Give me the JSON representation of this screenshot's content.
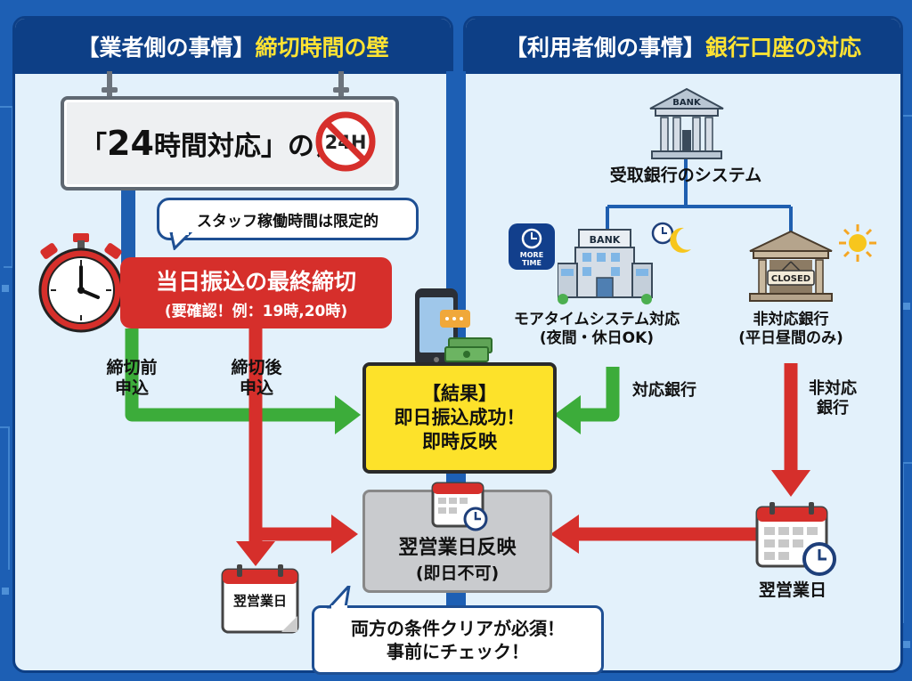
{
  "left_panel": {
    "header_bracket": "【業者側の事情】",
    "header_highlight": "締切時間の壁",
    "sign_open": "「",
    "sign_big": "24",
    "sign_rest": "時間対応」の罠",
    "no24_icon_text": "24H",
    "staff_bubble": "スタッフ稼働時間は限定的",
    "deadline_title": "当日振込の最終締切",
    "deadline_note": "(要確認！例：19時,20時)",
    "before_l1": "締切前",
    "before_l2": "申込",
    "after_l1": "締切後",
    "after_l2": "申込",
    "calendar_label": "翌営業日"
  },
  "right_panel": {
    "header_bracket": "【利用者側の事情】",
    "header_highlight": "銀行口座の対応",
    "bank_sign": "BANK",
    "receiving_system": "受取銀行のシステム",
    "more_time_l1": "MORE",
    "more_time_l2": "TIME",
    "compatible_bank_sign": "BANK",
    "compatible_l1": "モアタイムシステム対応",
    "compatible_l2": "(夜間・休日OK)",
    "closed_sign": "CLOSED",
    "noncompatible_l1": "非対応銀行",
    "noncompatible_l2": "(平日昼間のみ)",
    "compatible_arrow_label": "対応銀行",
    "noncompatible_arrow_l1": "非対応",
    "noncompatible_arrow_l2": "銀行",
    "calendar_label": "翌営業日"
  },
  "result": {
    "l1": "【結果】",
    "l2": "即日振込成功！",
    "l3": "即時反映"
  },
  "next_day": {
    "l1": "翌営業日反映",
    "l2": "(即日不可)"
  },
  "final_bubble": {
    "l1": "両方の条件クリアが必須！",
    "l2": "事前にチェック！"
  },
  "colors": {
    "frame": "#0d3f86",
    "panel": "#e3f1fb",
    "green_arrow": "#3cac3a",
    "red_arrow": "#d62f2b",
    "result_yellow": "#fde22a",
    "header_highlight": "#ffe333"
  }
}
